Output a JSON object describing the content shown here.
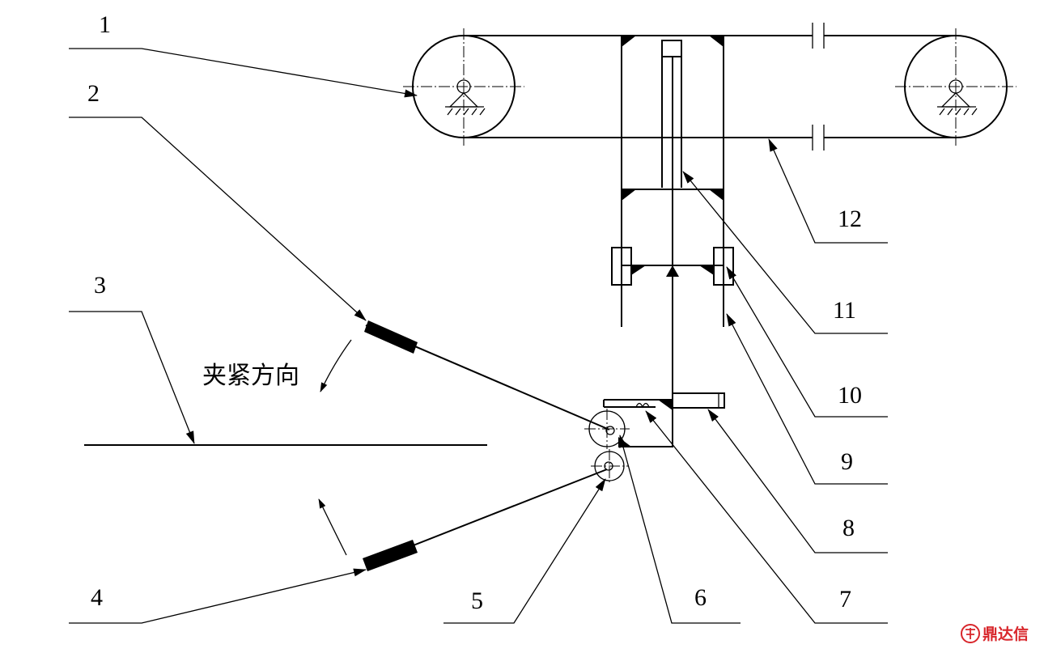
{
  "labels": {
    "l1": "1",
    "l2": "2",
    "l3": "3",
    "l4": "4",
    "l5": "5",
    "l6": "6",
    "l7": "7",
    "l8": "8",
    "l9": "9",
    "l10": "10",
    "l11": "11",
    "l12": "12"
  },
  "annotations": {
    "clamp_direction": "夹紧方向"
  },
  "watermark": {
    "brand": "鼎达信"
  }
}
